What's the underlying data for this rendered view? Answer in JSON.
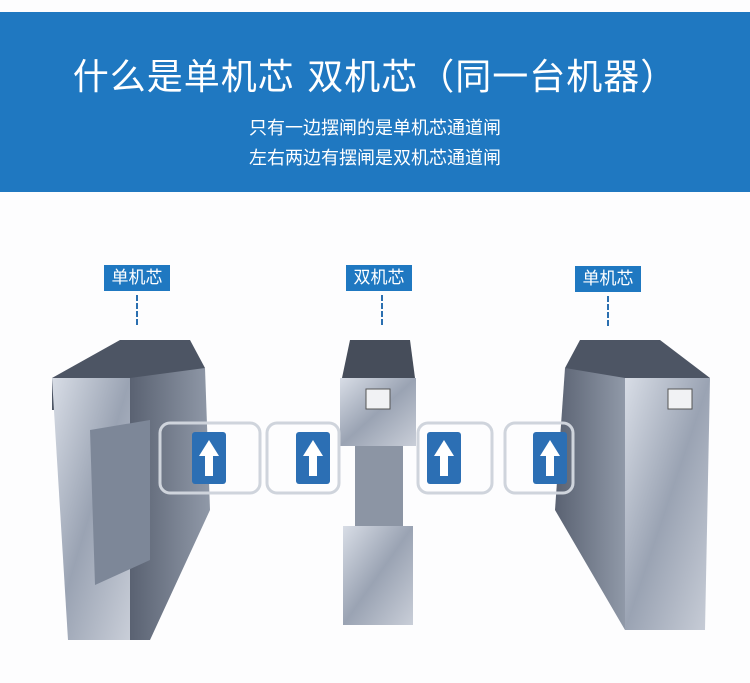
{
  "header": {
    "title": "什么是单机芯 双机芯（同一台机器）",
    "line1": "只有一边摆闸的是单机芯通道闸",
    "line2": "左右两边有摆闸是双机芯通道闸"
  },
  "labels": [
    "单机芯",
    "双机芯",
    "单机芯"
  ],
  "colors": {
    "brand": "#1f78c1",
    "arrow_panel": "#2c6fb4"
  }
}
